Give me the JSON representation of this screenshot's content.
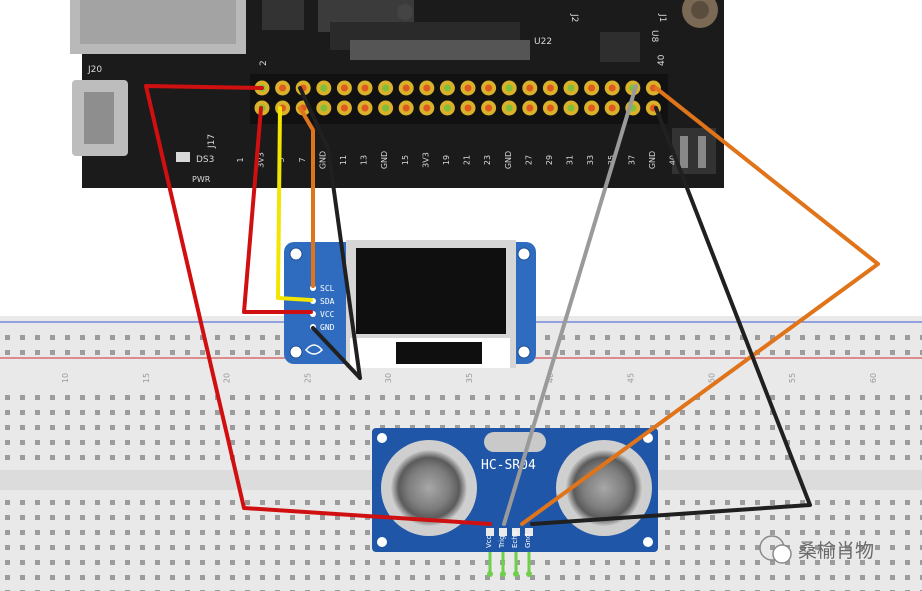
{
  "board": {
    "connector_labels": [
      "J20",
      "J17"
    ],
    "chip_label": "U22",
    "side_labels": [
      "J1",
      "J2",
      "U8"
    ],
    "led_label": "DS3",
    "power_label": "PWR",
    "top_pin_numbers": [
      "2",
      "40"
    ],
    "pin_labels": [
      "1",
      "3V3",
      "5",
      "7",
      "GND",
      "11",
      "13",
      "GND",
      "15",
      "3V3",
      "19",
      "21",
      "23",
      "GND",
      "27",
      "29",
      "31",
      "33",
      "35",
      "37",
      "GND",
      "40"
    ]
  },
  "oled": {
    "pins": [
      "SCL",
      "SDA",
      "VCC",
      "GND"
    ]
  },
  "breadboard": {
    "column_numbers": [
      "10",
      "15",
      "20",
      "25",
      "30",
      "35",
      "40",
      "45",
      "50",
      "55",
      "60"
    ]
  },
  "sensor": {
    "model": "HC-SR04",
    "pins": [
      "Vcc",
      "Trig",
      "Echo",
      "Gnd"
    ]
  },
  "watermark": {
    "text": "桑榆肖物"
  },
  "colors": {
    "board": "#1b1b1b",
    "header_pin": "#d9b12a",
    "oled_pcb": "#2f6cc0",
    "sensor_pcb": "#1f56a8",
    "breadboard": "#e9e9e9",
    "wire_red": "#d01010",
    "wire_yellow": "#f2e600",
    "wire_orange": "#e0741a",
    "wire_black": "#202020",
    "wire_gray": "#9a9a9a"
  }
}
